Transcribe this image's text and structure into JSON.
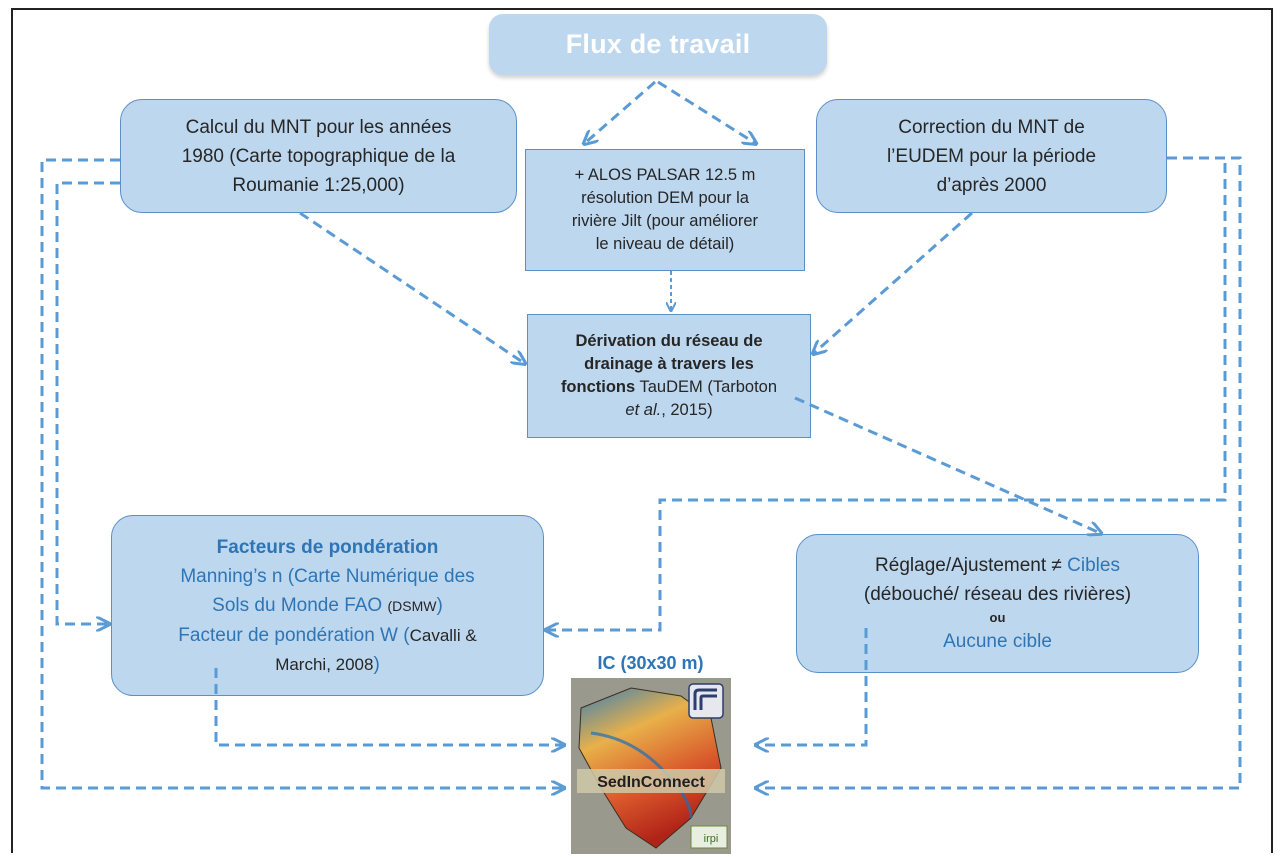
{
  "title": "Flux de travail",
  "boxes": {
    "mnt1980": {
      "line1": "Calcul du MNT pour les années",
      "line2": "1980 (Carte topographique de la",
      "line3": "Roumanie 1:25,000)"
    },
    "alos": {
      "line1": "+ ALOS PALSAR 12.5 m",
      "line2": "résolution DEM pour la",
      "line3": "rivière Jilt (pour améliorer",
      "line4": "le niveau de détail)"
    },
    "eudem": {
      "line1": "Correction du MNT de",
      "line2": "l’EUDEM pour la période",
      "line3": "d’après 2000"
    },
    "derivation": {
      "line1": "Dérivation du réseau de",
      "line2": "drainage à travers les",
      "line3_bold": "fonctions",
      "line3_rest": " TauDEM (Tarboton",
      "line4_italic": "et al.",
      "line4_rest": ", 2015)"
    },
    "facteurs": {
      "heading": "Facteurs de pondération",
      "line1": "Manning’s n (Carte Numérique des",
      "line2a": "Sols du Monde FAO ",
      "line2b": "(DSMW",
      "line2c": ")",
      "line3a": "Facteur de pondération W (",
      "line3b": "Cavalli &",
      "line4a": "Marchi, 2008",
      "line4b": ")"
    },
    "reglage": {
      "line1a": "Réglage/Ajustement ≠ ",
      "line1b": "Cibles",
      "line2": "(débouché/ réseau des rivières)",
      "line3": "ou",
      "line4": "Aucune cible"
    }
  },
  "ic": {
    "label": "IC (30x30 m)",
    "logo_text": "SedInConnect",
    "corner_logo": "irpi"
  },
  "colors": {
    "box_fill": "#bdd7ee",
    "box_border": "#5b8fc7",
    "arrow": "#5b9bd5",
    "accent_text": "#2e75b6",
    "title_text": "#ffffff"
  }
}
